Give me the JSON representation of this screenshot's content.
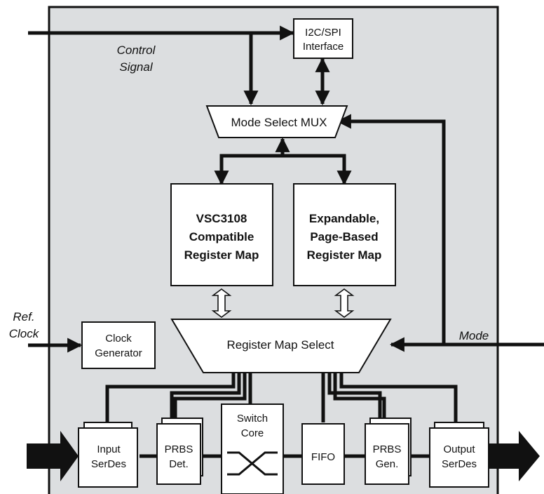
{
  "blocks": {
    "i2c": [
      "I2C/SPI",
      "Interface"
    ],
    "mode_mux": "Mode Select MUX",
    "reg_map_left": [
      "VSC3108",
      "Compatible",
      "Register Map"
    ],
    "reg_map_right": [
      "Expandable,",
      "Page-Based",
      "Register Map"
    ],
    "reg_map_select": "Register Map Select",
    "clock_gen": [
      "Clock",
      "Generator"
    ],
    "input_serdes": [
      "Input",
      "SerDes"
    ],
    "prbs_det": [
      "PRBS",
      "Det."
    ],
    "switch_core": [
      "Switch",
      "Core"
    ],
    "fifo": "FIFO",
    "prbs_gen": [
      "PRBS",
      "Gen."
    ],
    "output_serdes": [
      "Output",
      "SerDes"
    ]
  },
  "external_labels": {
    "control_signal": [
      "Control",
      "Signal"
    ],
    "ref_clock": [
      "Ref.",
      "Clock"
    ],
    "mode": "Mode"
  },
  "colors": {
    "chip_background": "#dcdee0",
    "line": "#111111",
    "block_fill": "#ffffff"
  }
}
